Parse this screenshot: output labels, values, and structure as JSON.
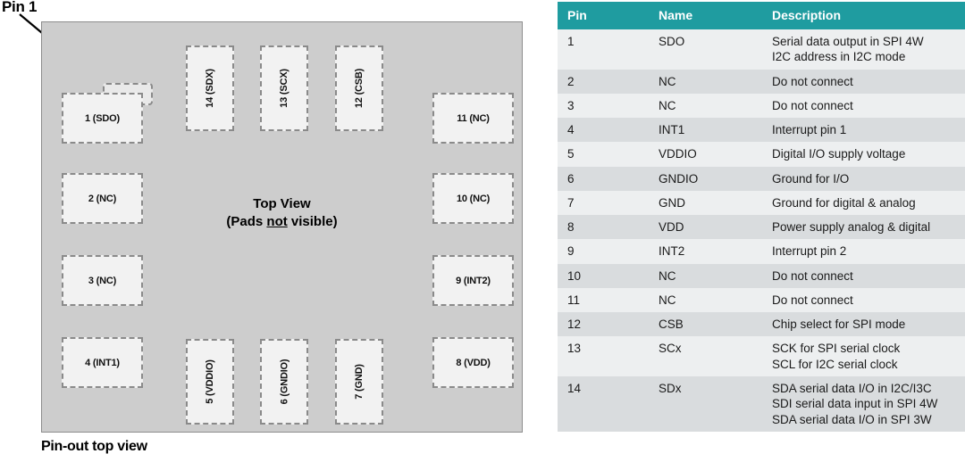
{
  "diagram": {
    "pin1_callout": "Pin 1",
    "center_line1": "Top View",
    "center_line2_pre": "(Pads ",
    "center_line2_underlined": "not",
    "center_line2_post": " visible)",
    "caption": "Pin-out top view",
    "body_color": "#cdcdcd",
    "pad_fill_color": "#f2f2f2",
    "pad_border_color": "#8a8a8a",
    "pads": [
      {
        "id": "pad-1",
        "label": "1 (SDO)",
        "orientation": "horizontal"
      },
      {
        "id": "pad-2",
        "label": "2 (NC)",
        "orientation": "horizontal"
      },
      {
        "id": "pad-3",
        "label": "3 (NC)",
        "orientation": "horizontal"
      },
      {
        "id": "pad-4",
        "label": "4 (INT1)",
        "orientation": "horizontal"
      },
      {
        "id": "pad-5",
        "label": "5 (VDDIO)",
        "orientation": "vertical"
      },
      {
        "id": "pad-6",
        "label": "6 (GNDIO)",
        "orientation": "vertical"
      },
      {
        "id": "pad-7",
        "label": "7 (GND)",
        "orientation": "vertical"
      },
      {
        "id": "pad-8",
        "label": "8 (VDD)",
        "orientation": "horizontal"
      },
      {
        "id": "pad-9",
        "label": "9 (INT2)",
        "orientation": "horizontal"
      },
      {
        "id": "pad-10",
        "label": "10 (NC)",
        "orientation": "horizontal"
      },
      {
        "id": "pad-11",
        "label": "11 (NC)",
        "orientation": "horizontal"
      },
      {
        "id": "pad-12",
        "label": "12 (CSB)",
        "orientation": "vertical"
      },
      {
        "id": "pad-13",
        "label": "13 (SCX)",
        "orientation": "vertical"
      },
      {
        "id": "pad-14",
        "label": "14 (SDX)",
        "orientation": "vertical"
      }
    ]
  },
  "table": {
    "header_color": "#1f9ca0",
    "row_color_odd": "#edeff0",
    "row_color_even": "#d9dcde",
    "columns": [
      "Pin",
      "Name",
      "Description"
    ],
    "rows": [
      {
        "pin": "1",
        "name": "SDO",
        "description": [
          "Serial data output in SPI 4W",
          "I2C address in I2C mode"
        ]
      },
      {
        "pin": "2",
        "name": "NC",
        "description": [
          "Do not connect"
        ]
      },
      {
        "pin": "3",
        "name": "NC",
        "description": [
          "Do not connect"
        ]
      },
      {
        "pin": "4",
        "name": "INT1",
        "description": [
          "Interrupt pin 1"
        ]
      },
      {
        "pin": "5",
        "name": "VDDIO",
        "description": [
          "Digital I/O supply voltage"
        ]
      },
      {
        "pin": "6",
        "name": "GNDIO",
        "description": [
          "Ground for I/O"
        ]
      },
      {
        "pin": "7",
        "name": "GND",
        "description": [
          "Ground for digital & analog"
        ]
      },
      {
        "pin": "8",
        "name": "VDD",
        "description": [
          "Power supply analog & digital"
        ]
      },
      {
        "pin": "9",
        "name": "INT2",
        "description": [
          "Interrupt pin 2"
        ]
      },
      {
        "pin": "10",
        "name": "NC",
        "description": [
          "Do not connect"
        ]
      },
      {
        "pin": "11",
        "name": "NC",
        "description": [
          "Do not connect"
        ]
      },
      {
        "pin": "12",
        "name": "CSB",
        "description": [
          "Chip select for SPI mode"
        ]
      },
      {
        "pin": "13",
        "name": "SCx",
        "description": [
          "SCK for SPI serial clock",
          "SCL for I2C serial clock"
        ]
      },
      {
        "pin": "14",
        "name": "SDx",
        "description": [
          "SDA serial data I/O in I2C/I3C",
          "SDI serial data input in SPI 4W",
          "SDA serial data I/O in SPI 3W"
        ]
      }
    ]
  }
}
